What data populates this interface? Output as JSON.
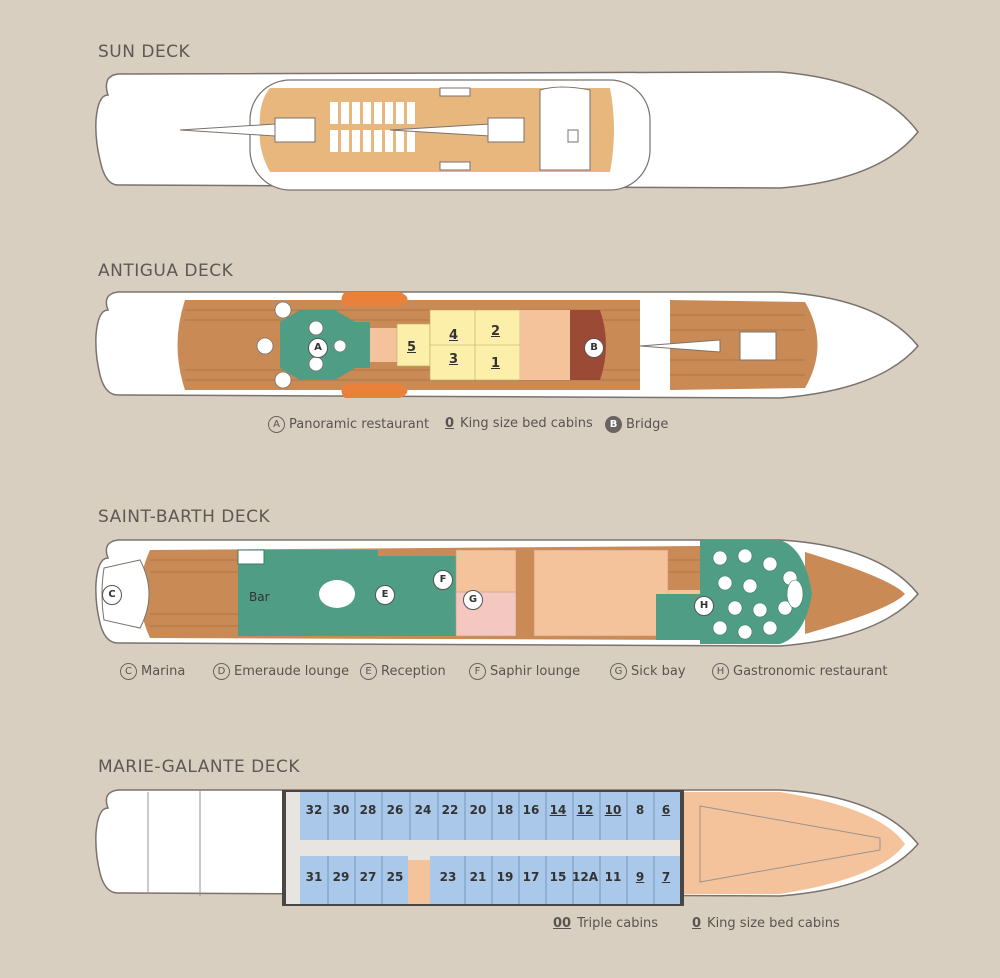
{
  "colors": {
    "background": "#d9cfc0",
    "hull": "#ffffff",
    "wood": "#c98a56",
    "sand": "#e7b77e",
    "green": "#4e9d84",
    "peach": "#f4c39c",
    "yellow": "#fbefa9",
    "pink": "#f4c7c0",
    "cabin": "#a9c8ea",
    "bridge": "#9b4a36",
    "orange": "#e9813a"
  },
  "decks": {
    "sun": {
      "title": "SUN DECK"
    },
    "antigua": {
      "title": "ANTIGUA DECK",
      "cabins": [
        "5",
        "4",
        "3",
        "2",
        "1"
      ],
      "markers": [
        "A",
        "B"
      ],
      "legend": [
        {
          "key": "A",
          "label": "Panoramic restaurant"
        },
        {
          "key": "0",
          "label": "King size bed cabins"
        },
        {
          "key": "B",
          "label": "Bridge"
        }
      ]
    },
    "saint_barth": {
      "title": "SAINT-BARTH DECK",
      "bar_label": "Bar",
      "markers": [
        "C",
        "E",
        "F",
        "G",
        "H"
      ],
      "legend": [
        {
          "key": "C",
          "label": "Marina"
        },
        {
          "key": "D",
          "label": "Emeraude lounge"
        },
        {
          "key": "E",
          "label": "Reception"
        },
        {
          "key": "F",
          "label": "Saphir lounge"
        },
        {
          "key": "G",
          "label": "Sick bay"
        },
        {
          "key": "H",
          "label": "Gastronomic restaurant"
        }
      ]
    },
    "marie_galante": {
      "title": "MARIE-GALANTE DECK",
      "top_cabins": [
        "32",
        "30",
        "28",
        "26",
        "24",
        "22",
        "20",
        "18",
        "16",
        "14",
        "12",
        "10",
        "8",
        "6"
      ],
      "bottom_cabins": [
        "31",
        "29",
        "27",
        "25",
        "23",
        "21",
        "19",
        "17",
        "15",
        "12A",
        "11",
        "9",
        "7"
      ],
      "legend": [
        {
          "key": "00",
          "label": "Triple cabins"
        },
        {
          "key": "0",
          "label": "King size bed cabins"
        }
      ]
    }
  }
}
